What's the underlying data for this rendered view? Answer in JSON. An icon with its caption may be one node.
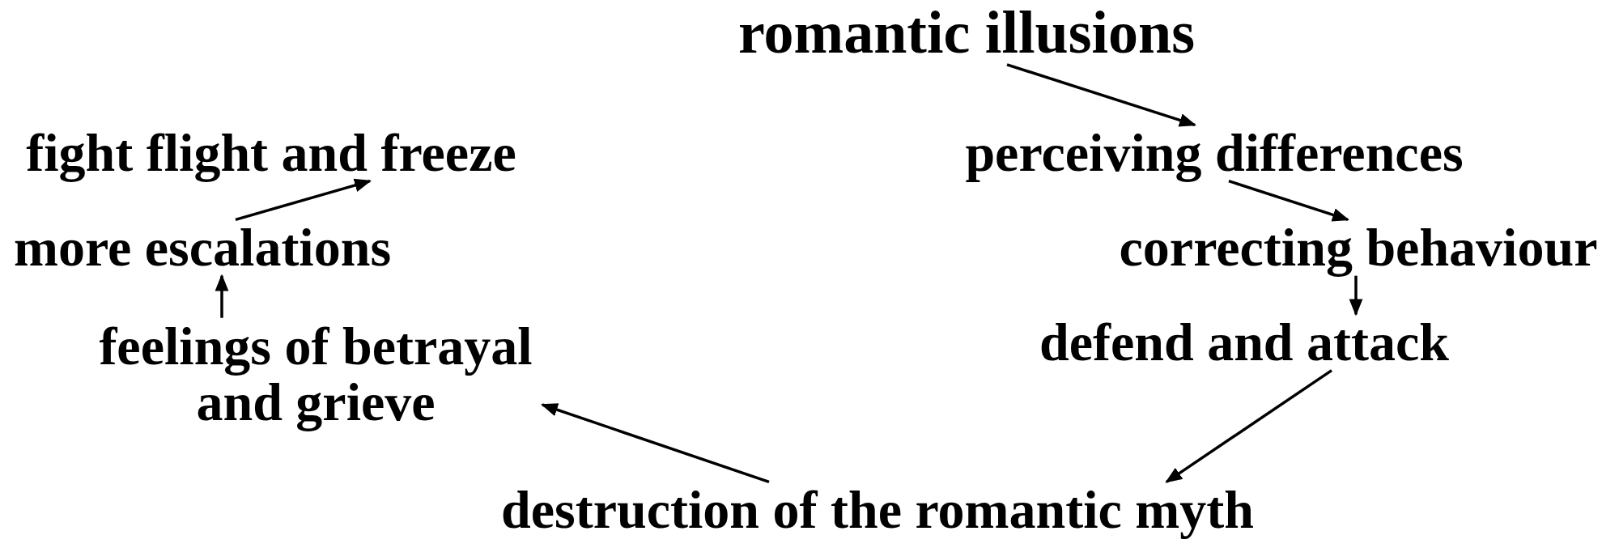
{
  "diagram": {
    "nodes": [
      {
        "text": [
          "romantic illusions"
        ]
      },
      {
        "text": [
          "perceiving differences"
        ]
      },
      {
        "text": [
          "correcting behaviour"
        ]
      },
      {
        "text": [
          "defend and attack"
        ]
      },
      {
        "text": [
          "destruction of the romantic myth"
        ]
      },
      {
        "text": [
          "feelings of betrayal and grieve"
        ]
      },
      {
        "text": [
          "more escalations"
        ]
      },
      {
        "text": [
          "fight flight and freeze"
        ]
      }
    ],
    "edges": [
      {
        "from": 0,
        "to": 1,
        "arrow": "to"
      },
      {
        "from": 1,
        "to": 2,
        "arrow": "to"
      },
      {
        "from": 2,
        "to": 3,
        "arrow": "to"
      },
      {
        "from": 3,
        "to": 4,
        "arrow": "to"
      },
      {
        "from": 4,
        "to": 5,
        "arrow": "to"
      },
      {
        "from": 5,
        "to": 6,
        "arrow": "to"
      },
      {
        "from": 6,
        "to": 7,
        "arrow": "to"
      }
    ]
  }
}
